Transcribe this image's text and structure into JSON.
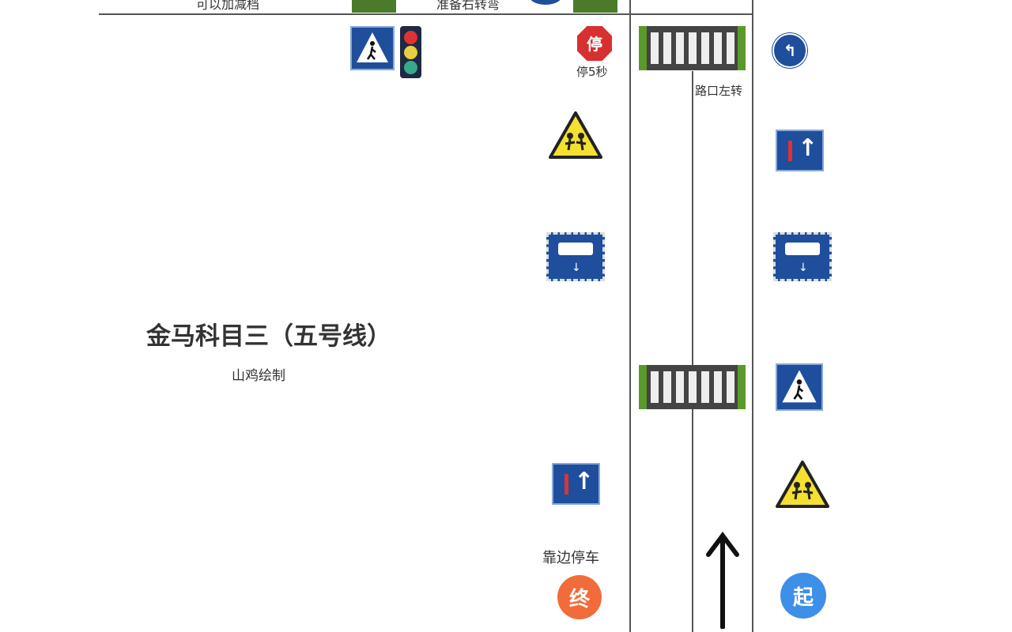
{
  "top_partial": {
    "gear_text": "可以加减档",
    "turn_text": "准备右转弯"
  },
  "stop_sign": {
    "glyph": "停",
    "label": "停5秒"
  },
  "left_turn_label": "路口左转",
  "title": "金马科目三（五号线）",
  "author": "山鸡绘制",
  "pull_over_label": "靠边停车",
  "end_marker": {
    "glyph": "终",
    "color": "#f26b3a"
  },
  "start_marker": {
    "glyph": "起",
    "color": "#3d8fe8"
  },
  "icons": [
    "pedestrian-crossing-sign",
    "traffic-light",
    "stop-sign",
    "children-warning-sign",
    "bus-lane-sign",
    "priority-oncoming-sign",
    "left-turn-sign",
    "crosswalk",
    "straight-arrow"
  ]
}
